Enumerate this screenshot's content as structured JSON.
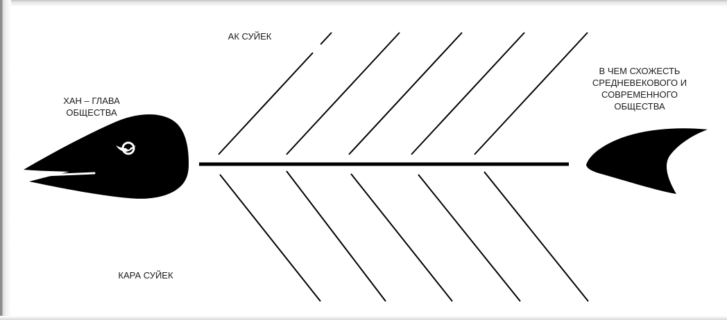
{
  "head_label": "ХАН – ГЛАВА\nОБЩЕСТВА",
  "top_label": "АК СУЙЕК",
  "bottom_label": "КАРА СУЙЕК",
  "tail_label": "В ЧЕМ СХОЖЕСТЬ\nСРЕДНЕВЕКОВОГО И\nСОВРЕМЕННОГО\nОБЩЕСТВА",
  "colors": {
    "ink": "#000000",
    "background": "#ffffff"
  },
  "icons": {
    "head": "fish-head-icon",
    "tail": "fish-tail-icon"
  }
}
